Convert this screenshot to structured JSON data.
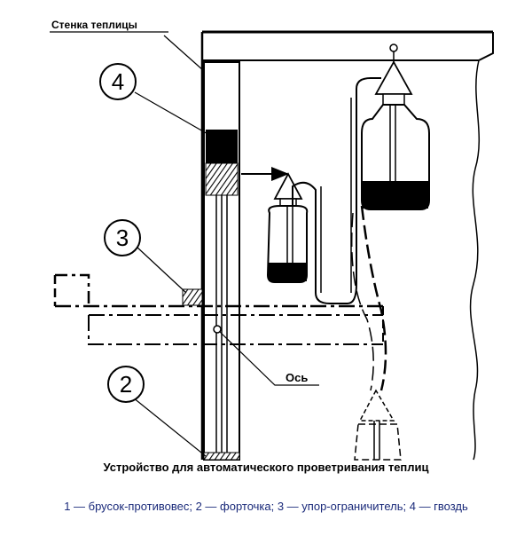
{
  "labels": {
    "wall": "Стенка теплицы",
    "axis": "Ось"
  },
  "markers": [
    "4",
    "3",
    "2"
  ],
  "caption": {
    "title": "Устройство для автоматического проветривания теплиц",
    "legend": "1 — брусок-противовес; 2 — форточка; 3 — упор-ограничитель; 4 — гвоздь"
  }
}
